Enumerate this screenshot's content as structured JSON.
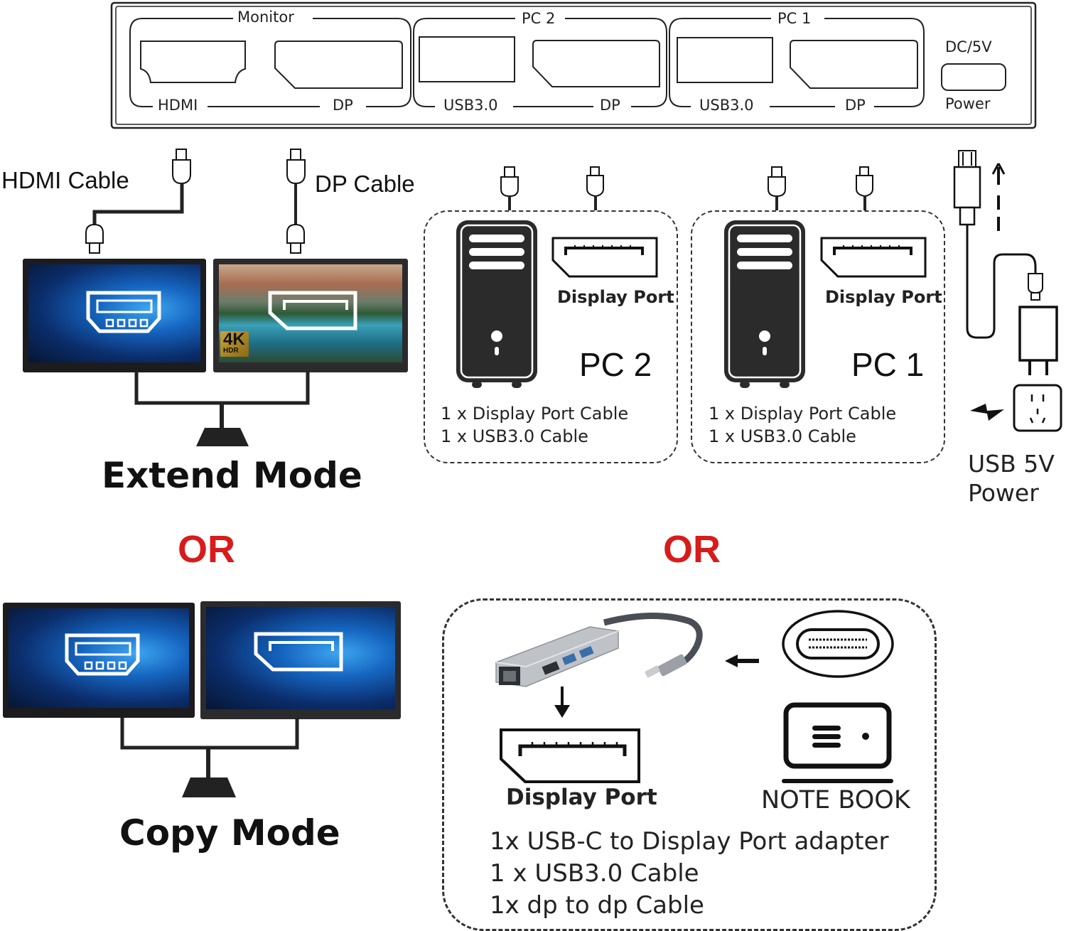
{
  "kvm_panel": {
    "groups": [
      {
        "title": "Monitor",
        "ports": [
          "HDMI",
          "DP"
        ]
      },
      {
        "title": "PC 2",
        "ports": [
          "USB3.0",
          "DP"
        ]
      },
      {
        "title": "PC 1",
        "ports": [
          "USB3.0",
          "DP"
        ]
      }
    ],
    "power": {
      "top_label": "DC/5V",
      "bottom_label": "Power"
    }
  },
  "extend_setup": {
    "hdmi_cable_label": "HDMI Cable",
    "dp_cable_label": "DP Cable",
    "badge": {
      "main": "4K",
      "sub": "HDR"
    },
    "mode_label": "Extend Mode"
  },
  "pcs": [
    {
      "name": "PC 2",
      "port_label": "Display Port",
      "requirements": [
        "1 x Display Port Cable",
        "1 x USB3.0 Cable"
      ]
    },
    {
      "name": "PC 1",
      "port_label": "Display Port",
      "requirements": [
        "1 x Display Port Cable",
        "1 x USB3.0 Cable"
      ]
    }
  ],
  "power_supply": {
    "label_line1": "USB 5V",
    "label_line2": "Power"
  },
  "or_labels": [
    "OR",
    "OR"
  ],
  "copy_setup": {
    "mode_label": "Copy Mode"
  },
  "notebook_setup": {
    "port_label": "Display Port",
    "device_label": "NOTE BOOK",
    "requirements": [
      "1x USB-C to Display Port adapter",
      "1 x USB3.0 Cable",
      "1x dp to dp Cable"
    ]
  },
  "colors": {
    "accent_red": "#d81b1b",
    "ink": "#1a1a1a",
    "pc_body": "#2b2b2b"
  }
}
